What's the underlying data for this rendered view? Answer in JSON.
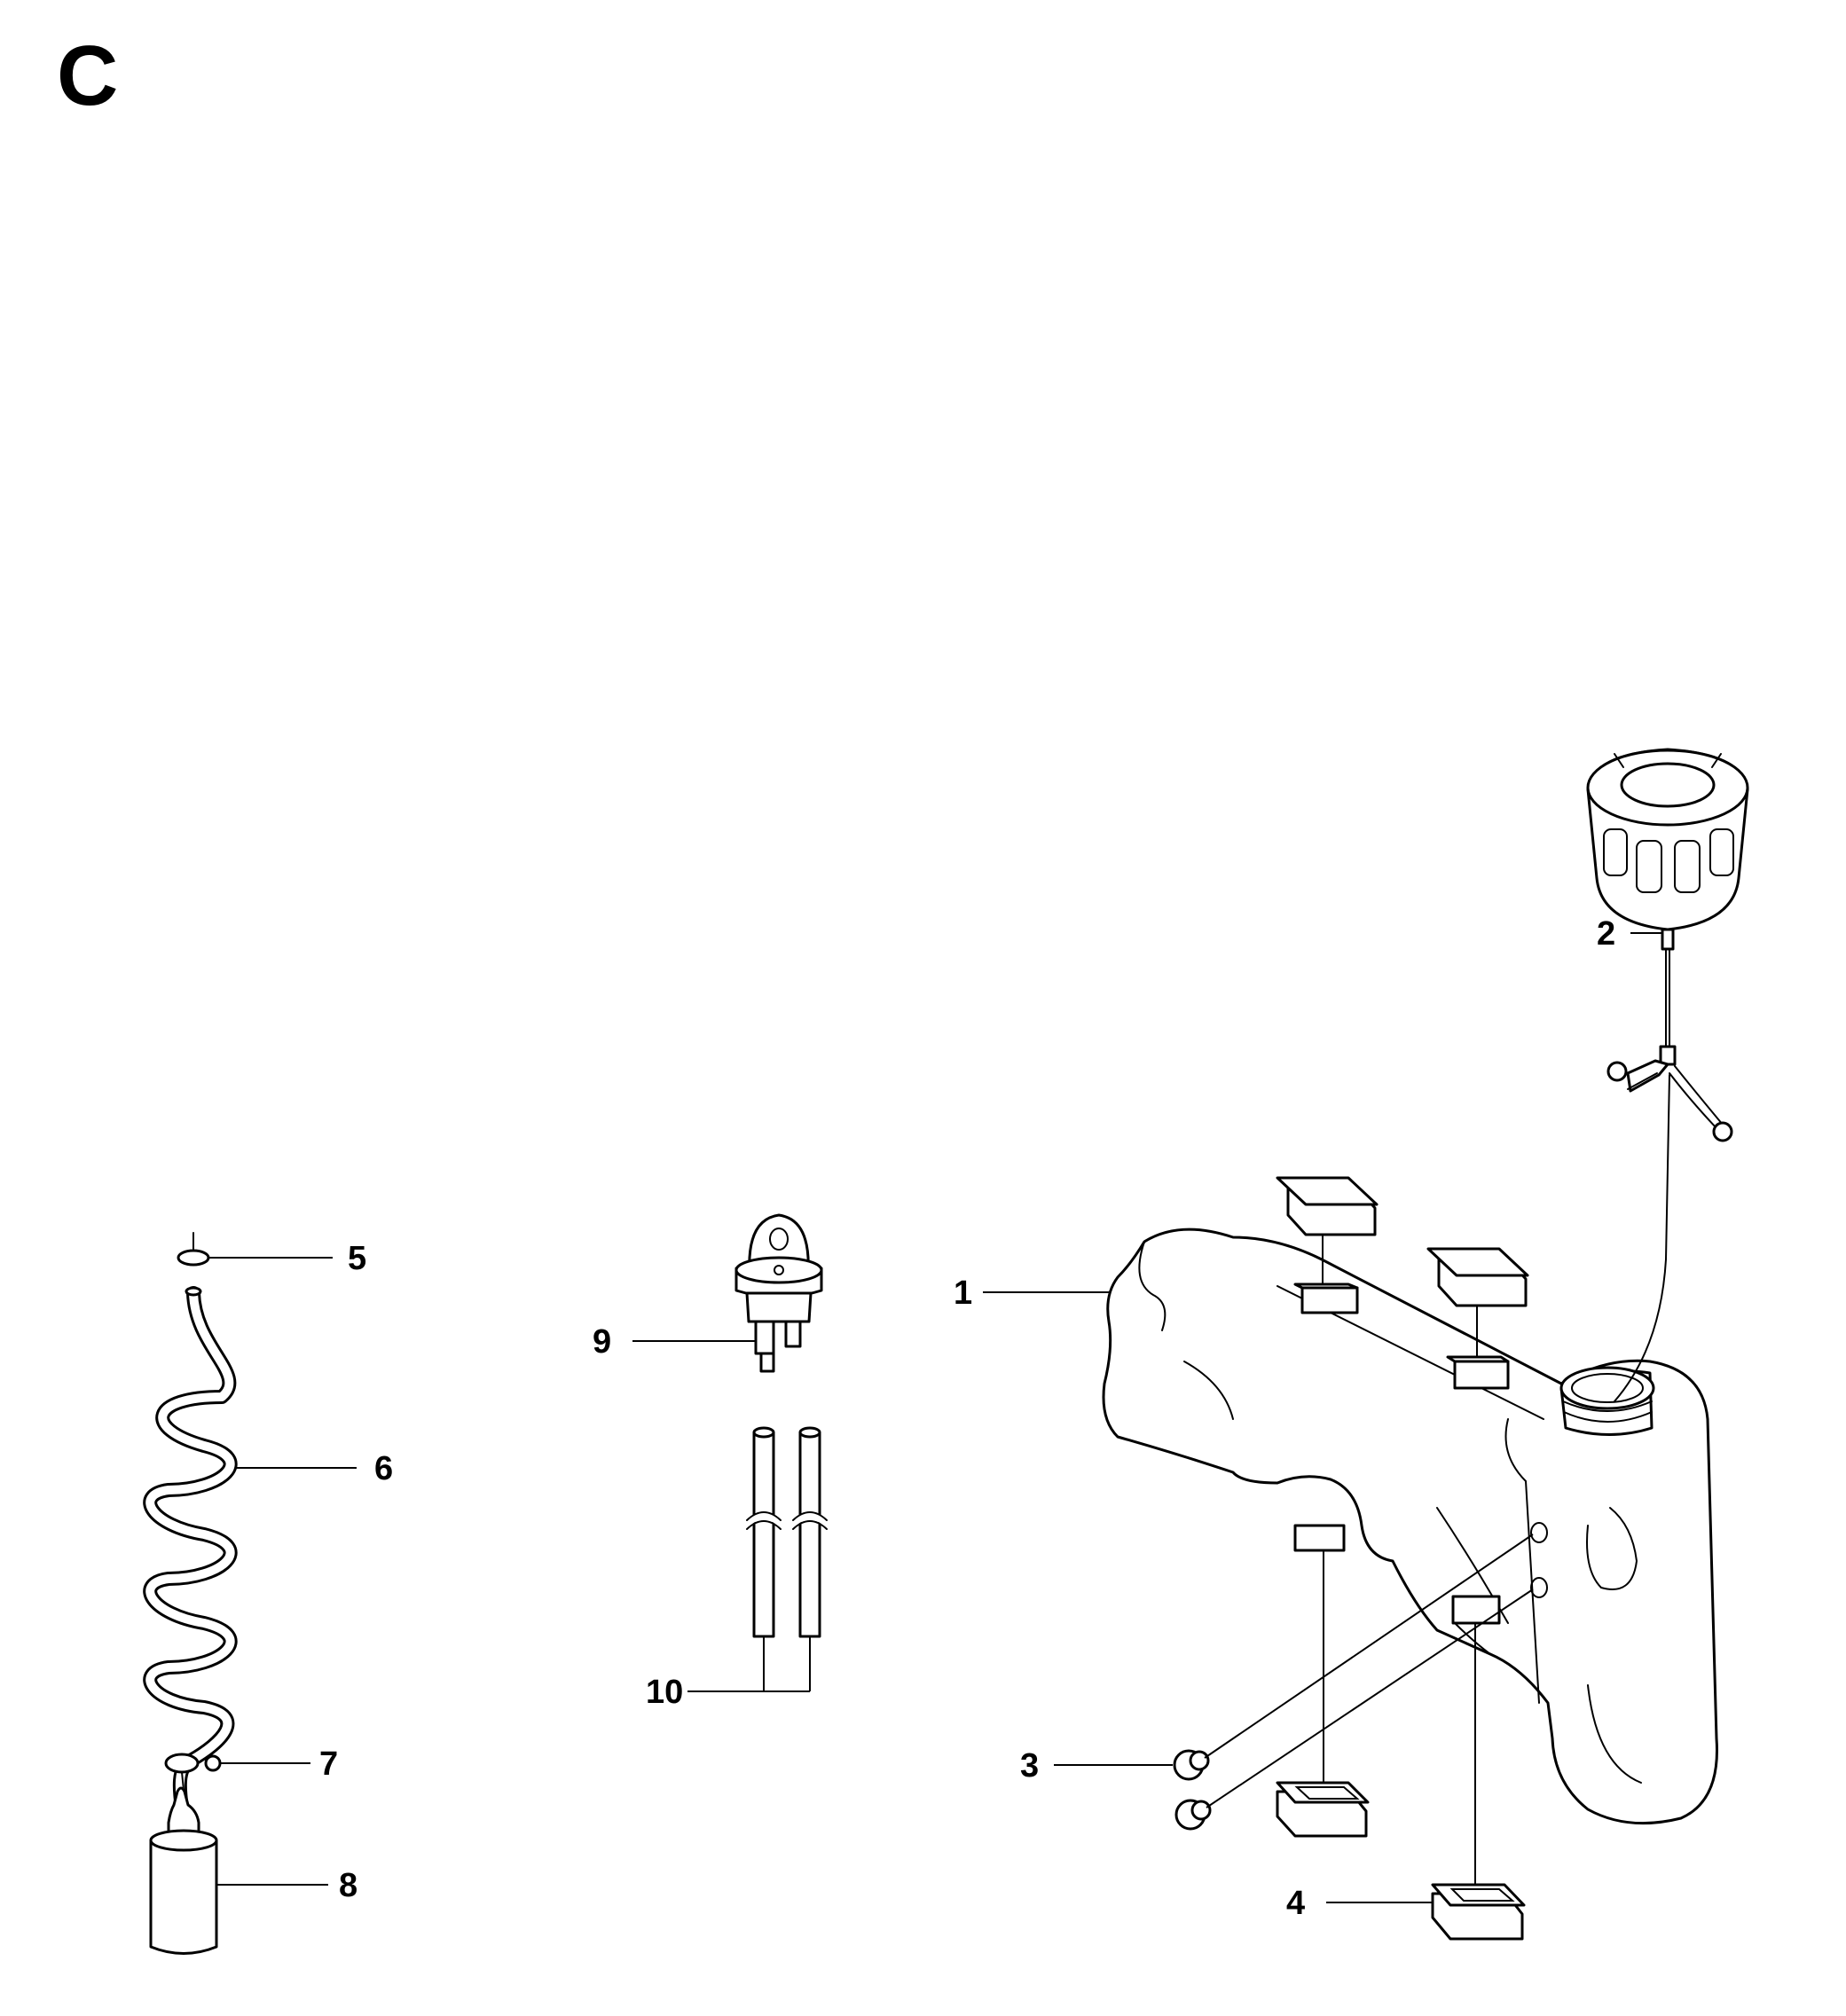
{
  "section_letter": "C",
  "callouts": {
    "p1": "1",
    "p2": "2",
    "p3": "3",
    "p4": "4",
    "p5": "5",
    "p6": "6",
    "p7": "7",
    "p8": "8",
    "p9": "9",
    "p10": "10"
  },
  "colors": {
    "line": "#000000",
    "background": "#ffffff"
  }
}
